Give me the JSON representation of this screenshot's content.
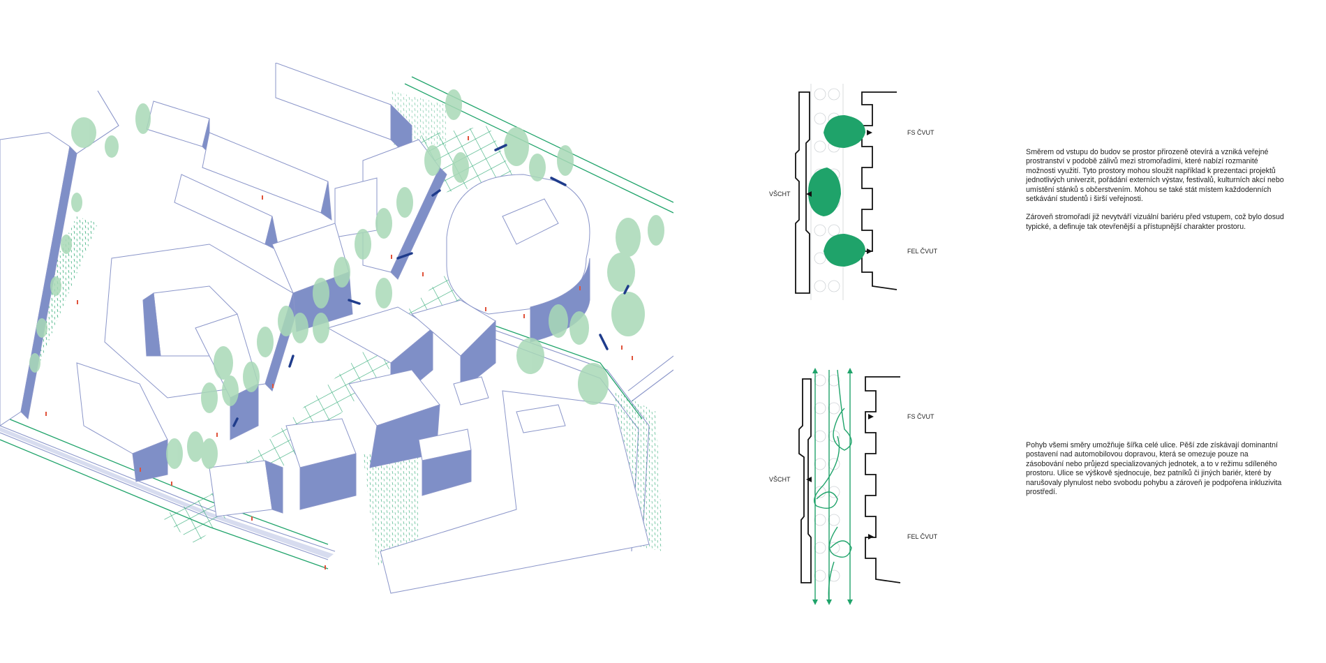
{
  "labels": {
    "vscht": "VŠCHT",
    "fs": "FS ČVUT",
    "fel": "FEL ČVUT"
  },
  "texts": {
    "block1_p1": "Směrem od vstupu do budov se prostor přirozeně otevírá a vzniká veřejné prostranství v podobě zálivů mezi stromořadími, které nabízí rozmanité možnosti využití. Tyto prostory mohou sloužit například k prezentaci projektů jednotlivých univerzit, pořádání externích výstav, festivalů, kulturních akcí nebo umístění stánků s občerstvením. Mohou se také stát místem každodenních setkávání studentů i širší veřejnosti.",
    "block1_p2": "Zároveň stromořadí již nevytváří vizuální bariéru před vstupem, což bylo dosud typické, a definuje tak otevřenější a přístupnější charakter prostoru.",
    "block2_p1": "Pohyb všemi směry umožňuje šířka celé ulice. Pěší zde získávají dominantní postavení nad automobilovou dopravou, která se omezuje pouze na zásobování nebo průjezd specializovaných jednotek, a to v režimu sdíleného prostoru. Ulice se výškově sjednocuje, bez patníků či jiných bariér, které by narušovaly plynulost nebo svobodu pohybu a zároveň je podpořena inkluzivita prostředí."
  },
  "colors": {
    "building_line": "#8a95c9",
    "building_shade": "#7f8fc7",
    "green": "#1fa36a",
    "tree": "#a9d9b7",
    "people": "#e0523a",
    "bench": "#1f3c8c",
    "diagram_line": "#111111"
  }
}
